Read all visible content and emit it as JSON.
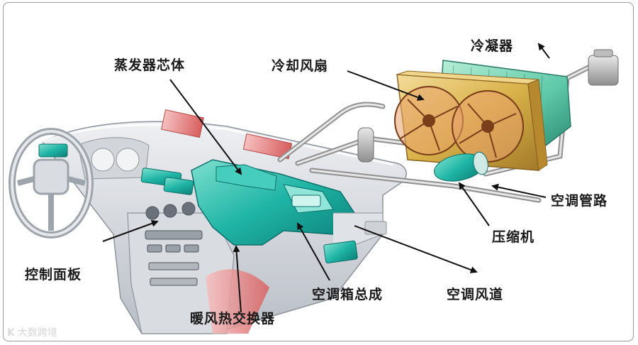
{
  "labels": {
    "evaporator": "蒸发器芯体",
    "cooling_fan": "冷却风扇",
    "condenser": "冷凝器",
    "ac_pipes": "空调管路",
    "compressor": "压缩机",
    "control_panel": "控制面板",
    "hvac_box": "空调箱总成",
    "air_duct": "空调风道",
    "heater_core": "暖风热交换器"
  },
  "watermark": {
    "logo": "K",
    "text": "大数跨境"
  },
  "colors": {
    "arrow": "#111111",
    "hvac_teal": "#1fb5a6",
    "radiator_gold": "#d9b24a",
    "condenser_green": "#5fc9a8",
    "heater_red": "#e07a7a",
    "dashboard_gray": "#c9cdd3"
  }
}
